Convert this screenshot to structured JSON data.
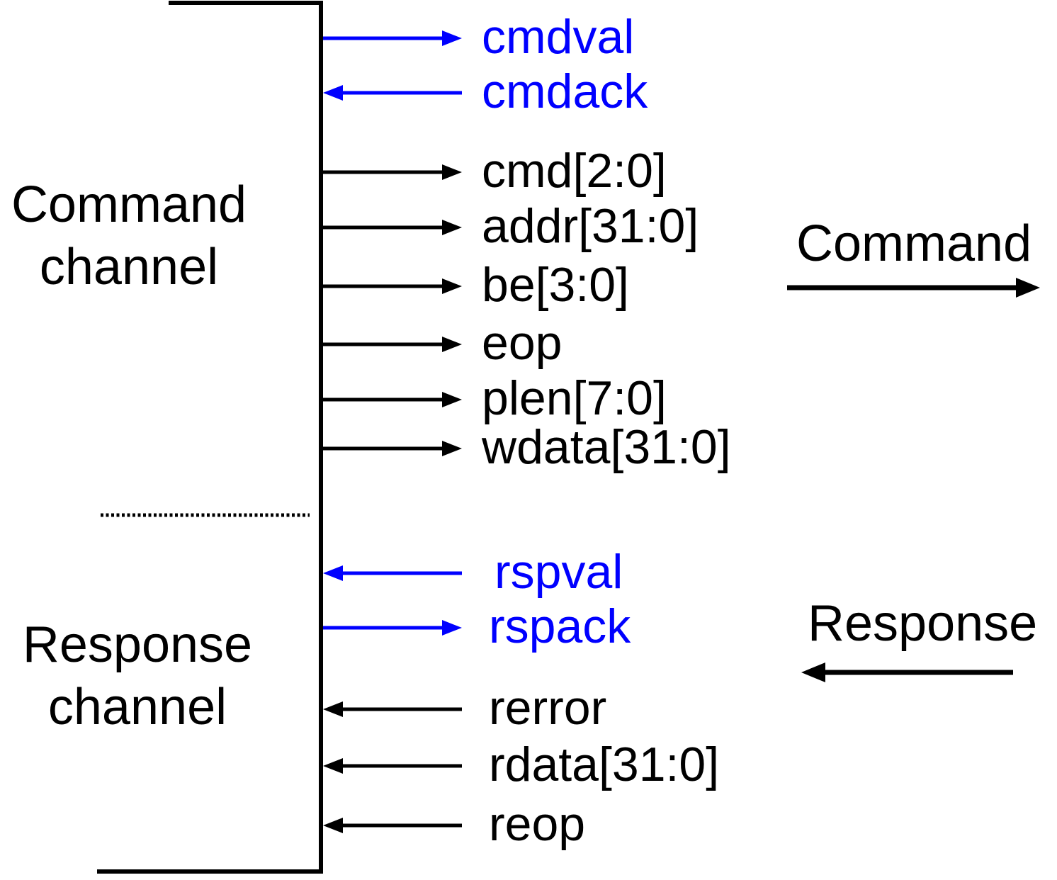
{
  "colors": {
    "handshake": "#0000ff",
    "data": "#000000",
    "background": "#ffffff"
  },
  "groups": {
    "command": {
      "line1": "Command",
      "line2": "channel"
    },
    "response": {
      "line1": "Response",
      "line2": "channel"
    }
  },
  "directions": {
    "command": "Command",
    "response": "Response"
  },
  "signals": [
    {
      "name": "cmdval",
      "direction": "out",
      "handshake": true
    },
    {
      "name": "cmdack",
      "direction": "in",
      "handshake": true
    },
    {
      "name": "cmd[2:0]",
      "direction": "out",
      "handshake": false
    },
    {
      "name": "addr[31:0]",
      "direction": "out",
      "handshake": false
    },
    {
      "name": "be[3:0]",
      "direction": "out",
      "handshake": false
    },
    {
      "name": "eop",
      "direction": "out",
      "handshake": false
    },
    {
      "name": "plen[7:0]",
      "direction": "out",
      "handshake": false
    },
    {
      "name": "wdata[31:0]",
      "direction": "out",
      "handshake": false
    },
    {
      "name": "rspval",
      "direction": "in",
      "handshake": true
    },
    {
      "name": "rspack",
      "direction": "out",
      "handshake": true
    },
    {
      "name": "rerror",
      "direction": "in",
      "handshake": false
    },
    {
      "name": "rdata[31:0]",
      "direction": "in",
      "handshake": false
    },
    {
      "name": "reop",
      "direction": "in",
      "handshake": false
    }
  ]
}
